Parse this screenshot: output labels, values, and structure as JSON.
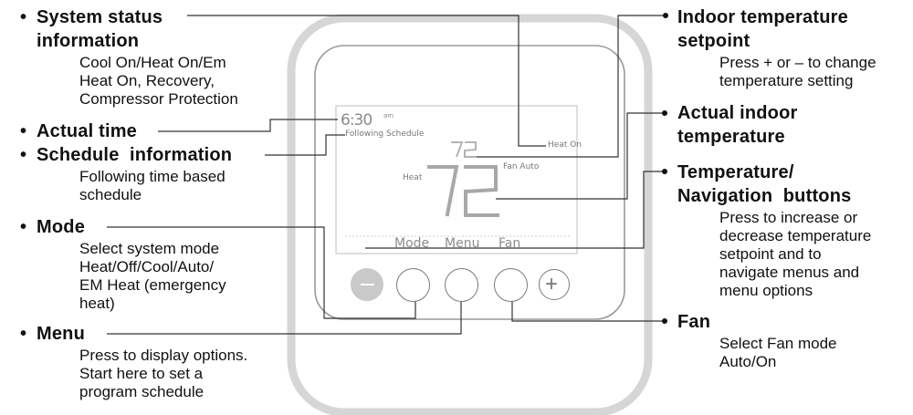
{
  "callouts": {
    "system_status": {
      "title": "System status information",
      "title_line1": "System status",
      "title_line2": "information",
      "desc": [
        "Cool On/Heat On/Em",
        "Heat On, Recovery,",
        "Compressor Protection"
      ]
    },
    "actual_time": {
      "title": "Actual time"
    },
    "schedule_info": {
      "title": "Schedule  information",
      "desc": [
        "Following time based",
        "schedule"
      ]
    },
    "mode": {
      "title": "Mode",
      "desc": [
        "Select system mode",
        "Heat/Off/Cool/Auto/",
        "EM Heat (emergency",
        "heat)"
      ]
    },
    "menu": {
      "title": "Menu",
      "desc": [
        "Press to display options.",
        "Start here to set a",
        "program schedule"
      ]
    },
    "indoor_setpoint": {
      "title_line1": "Indoor temperature",
      "title_line2": "setpoint",
      "desc": [
        "Press + or – to change",
        "temperature setting"
      ]
    },
    "actual_indoor": {
      "title_line1": "Actual indoor",
      "title_line2": "temperature"
    },
    "temp_nav": {
      "title_line1": "Temperature/",
      "title_line2": "Navigation  buttons",
      "desc": [
        "Press to increase or",
        "decrease temperature",
        "setpoint and to",
        "navigate menus and",
        "menu options"
      ]
    },
    "fan": {
      "title": "Fan",
      "desc": [
        "Select Fan mode",
        "Auto/On"
      ]
    }
  },
  "display": {
    "time": "6:30",
    "ampm": "am",
    "schedule_text": "Following Schedule",
    "heat_on": "Heat On",
    "setpoint": "72",
    "fan_auto": "Fan Auto",
    "mode_label": "Heat",
    "indoor_temp": "72",
    "softkeys": [
      "Mode",
      "Menu",
      "Fan"
    ]
  },
  "buttons": {
    "minus_symbol": "−",
    "plus_symbol": "+"
  },
  "colors": {
    "bezel": "#d6d6d6",
    "lcd_text": "#8a8a8a",
    "leader": "#333333"
  }
}
